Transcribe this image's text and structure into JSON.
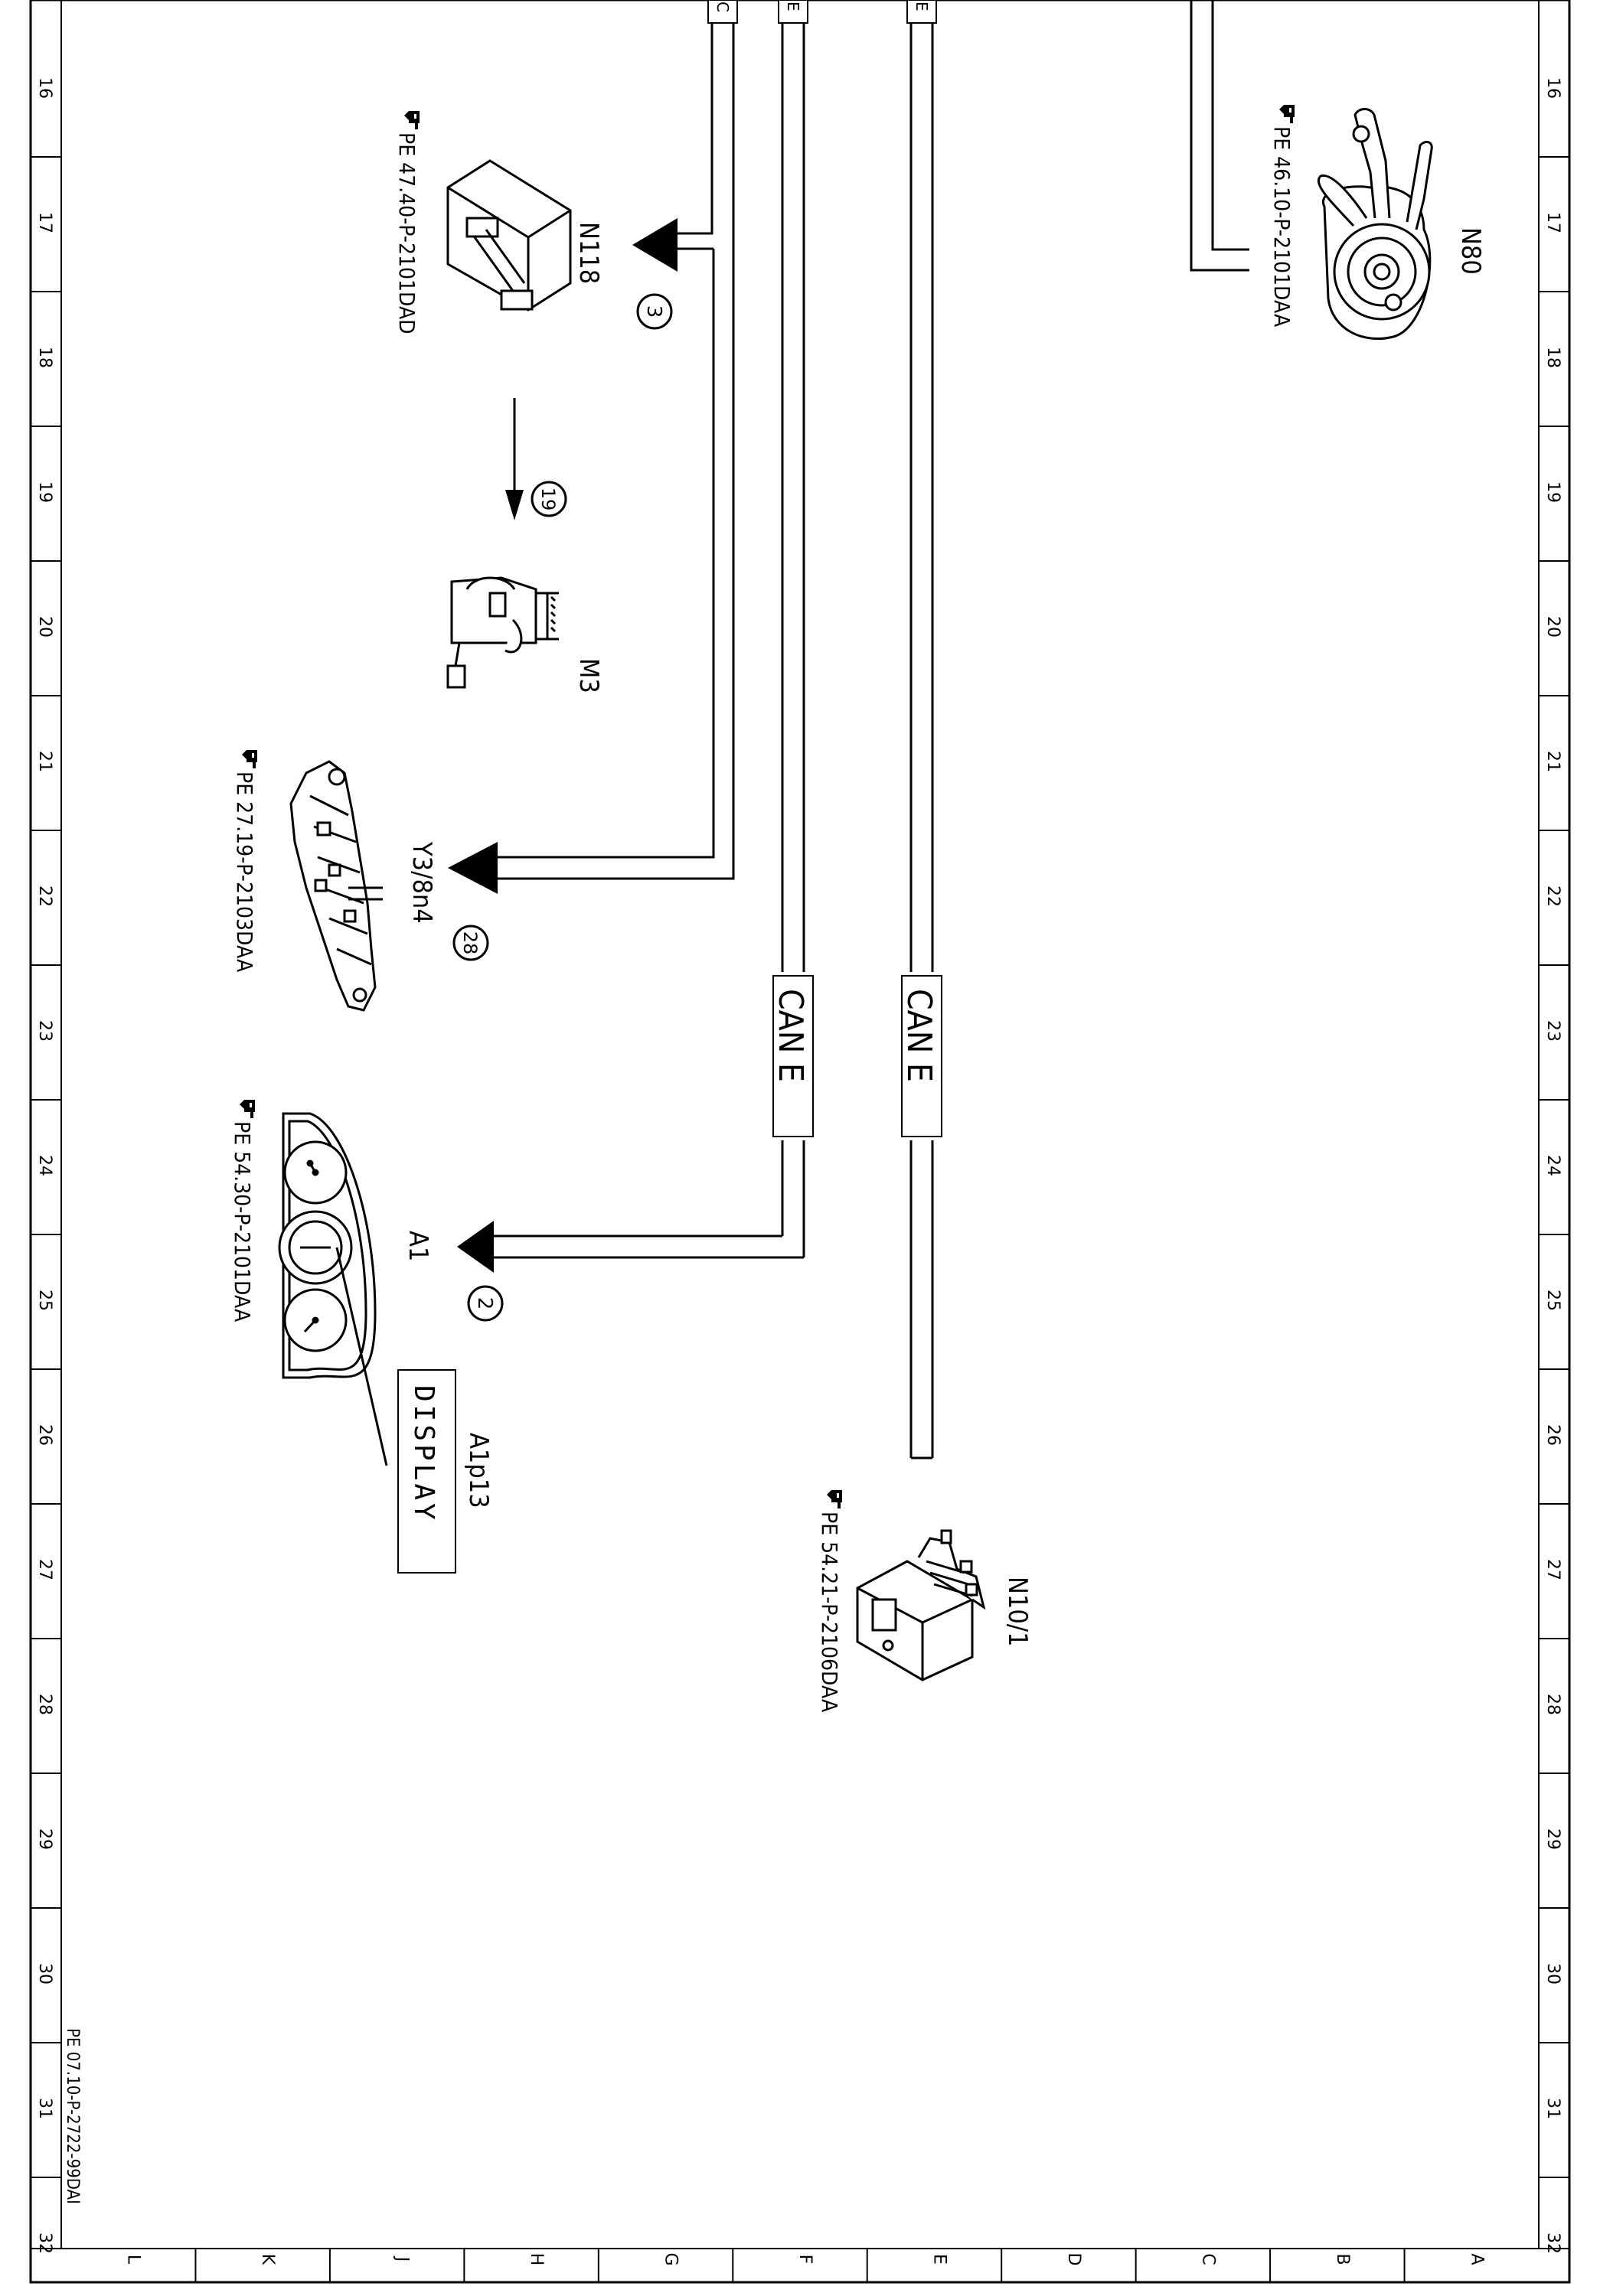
{
  "frame": {
    "row_numbers": [
      "16",
      "17",
      "18",
      "19",
      "20",
      "21",
      "22",
      "23",
      "24",
      "25",
      "26",
      "27",
      "28",
      "29",
      "30",
      "31",
      "32"
    ],
    "column_letters": [
      "L",
      "K",
      "J",
      "H",
      "G",
      "F",
      "E",
      "D",
      "C",
      "B",
      "A"
    ]
  },
  "drawing_number": "PE 07.10-P-2722-99DAI",
  "bus_label": "CAN E",
  "top_stub_labels": [
    "C",
    "E",
    "E"
  ],
  "components": {
    "n80": {
      "designation": "N80",
      "ref": "PE 46.10-P-2101DAA"
    },
    "n118": {
      "designation": "N118",
      "ref": "PE 47.40-P-2101DAD"
    },
    "m3": {
      "designation": "M3"
    },
    "y3_8n4": {
      "designation": "Y3/8n4",
      "ref": "PE 27.19-P-2103DAA"
    },
    "a1": {
      "designation": "A1",
      "ref": "PE 54.30-P-2101DAA"
    },
    "a1p13": {
      "designation": "A1p13",
      "display_text": "DISPLAY"
    },
    "n10_1": {
      "designation": "N10/1",
      "ref": "PE 54.21-P-2106DAA"
    }
  },
  "circled_numbers": {
    "n118": "3",
    "m3": "19",
    "y3_8n4": "28",
    "a1": "2"
  },
  "icons": [
    "hand-pointer-icon",
    "steering-column-switch-icon",
    "control-module-icon",
    "motor-icon",
    "valve-body-icon",
    "instrument-cluster-icon",
    "connector-module-icon",
    "arrow-head-icon"
  ]
}
